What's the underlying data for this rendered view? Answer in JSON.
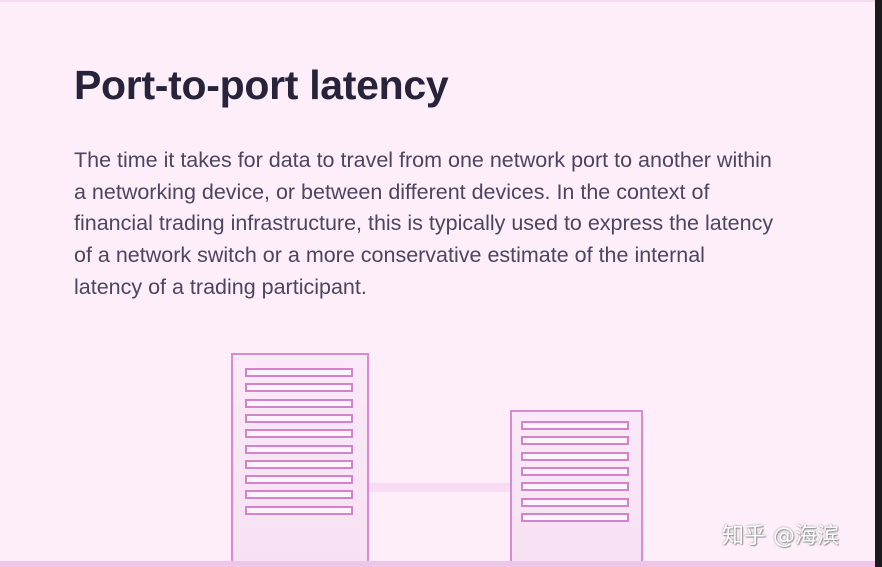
{
  "title": "Port-to-port latency",
  "description": "The time it takes for data to travel from one network port to another within a networking device, or between different devices. In the context of financial trading infrastructure, this is typically used to express the latency of a network switch or a more conservative estimate of the internal latency of a trading participant.",
  "watermark": "知乎 @海滨",
  "illustration": {
    "left_rack_slots": 10,
    "right_rack_slots": 7
  },
  "colors": {
    "background": "#fdeefa",
    "accent": "#d98ad3",
    "text": "#26233a"
  }
}
